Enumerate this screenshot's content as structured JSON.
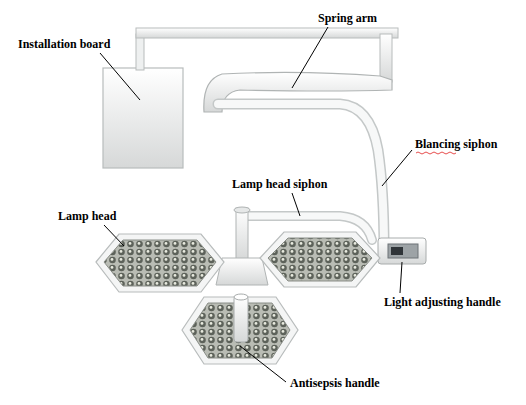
{
  "diagram": {
    "labels": [
      "Installation board",
      "Spring arm",
      "Blancing siphon",
      "Lamp head siphon",
      "Lamp head",
      "Light adjusting handle",
      "Antisepsis handle"
    ]
  }
}
